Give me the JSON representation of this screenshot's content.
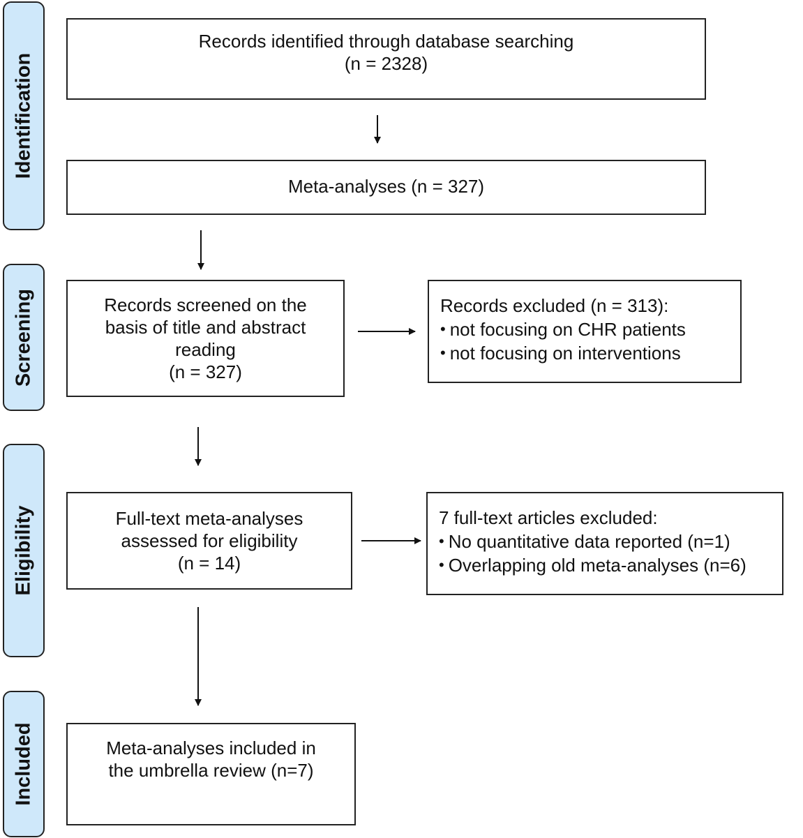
{
  "phases": {
    "identification": "Identification",
    "screening": "Screening",
    "eligibility": "Eligibility",
    "included": "Included"
  },
  "boxes": {
    "records_identified": {
      "line1": "Records identified through database searching",
      "line2": "(n = 2328)"
    },
    "meta_analyses": {
      "line1": "Meta-analyses (n = 327)"
    },
    "records_screened": {
      "line1": "Records screened on the",
      "line2": "basis of title and abstract",
      "line3": "reading",
      "line4": "(n = 327)"
    },
    "records_excluded": {
      "title": "Records excluded (n = 313):",
      "items": [
        "not focusing on CHR patients",
        "not focusing on interventions"
      ]
    },
    "full_text": {
      "line1": "Full-text meta-analyses",
      "line2": "assessed for eligibility",
      "line3": "(n = 14)"
    },
    "full_text_excluded": {
      "title": "7 full-text articles excluded:",
      "items": [
        "No quantitative data reported (n=1)",
        "Overlapping old meta-analyses (n=6)"
      ]
    },
    "included": {
      "line1": "Meta-analyses included in",
      "line2": "the umbrella review (n=7)"
    }
  },
  "bullet_glyph": "•"
}
